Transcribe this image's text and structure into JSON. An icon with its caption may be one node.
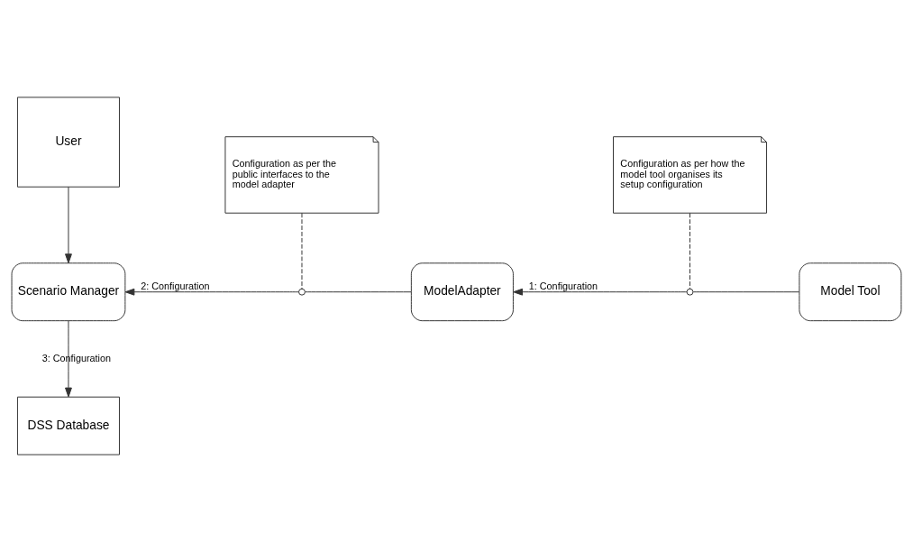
{
  "diagram": {
    "nodes": [
      {
        "text": [
          "User"
        ]
      },
      {
        "text": [
          "Scenario Manager"
        ]
      },
      {
        "text": [
          "Configuration as per the public interfaces to the model adapter"
        ]
      },
      {
        "text": [],
        "shape": "circle"
      },
      {
        "text": [
          "ModelAdapter"
        ]
      },
      {
        "text": [
          "Configuration as per how the model tool organises its setup configuration"
        ]
      },
      {
        "text": [],
        "shape": "circle"
      },
      {
        "text": [
          "Model Tool"
        ]
      },
      {
        "text": [
          "DSS Database"
        ]
      }
    ],
    "edges": [
      {
        "from": 0,
        "to": 1,
        "arrow": "to"
      },
      {
        "from": 3,
        "to": 1,
        "arrow": "to",
        "label": "2: Configuration"
      },
      {
        "from": 4,
        "to": 3,
        "arrow": "none"
      },
      {
        "from": 2,
        "to": 3,
        "arrow": "none",
        "style": "dashed"
      },
      {
        "from": 6,
        "to": 4,
        "arrow": "to",
        "label": "1: Configuration"
      },
      {
        "from": 7,
        "to": 6,
        "arrow": "none"
      },
      {
        "from": 5,
        "to": 6,
        "arrow": "none",
        "style": "dashed"
      },
      {
        "from": 1,
        "to": 8,
        "arrow": "to",
        "label": "3: Configuration"
      }
    ]
  }
}
